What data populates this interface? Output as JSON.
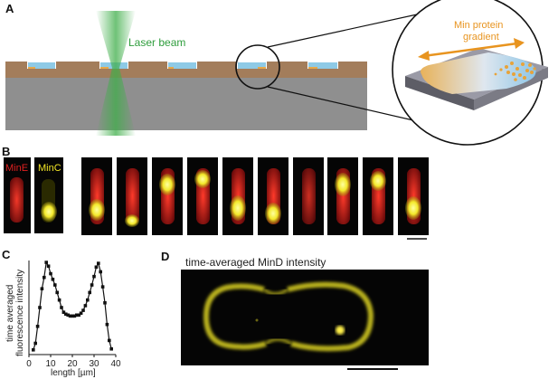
{
  "panels": {
    "a": {
      "letter": "A",
      "laser_label": "Laser beam",
      "inset_label_line1": "Min protein",
      "inset_label_line2": "gradient"
    },
    "b": {
      "letter": "B",
      "channel_1": "MinE",
      "channel_2": "MinC",
      "frame_count": 10
    },
    "c": {
      "letter": "C",
      "ylabel_line1": "time averaged",
      "ylabel_line2": "fluorescence intensity",
      "xlabel": "length [µm]"
    },
    "d": {
      "letter": "D",
      "title": "time-averaged MinD intensity"
    }
  },
  "colors": {
    "substrate": "#8e8e8e",
    "top_layer": "#a27d5c",
    "water": "#8ecae6",
    "laser": "#3fae49",
    "mine": "#e02020",
    "minc": "#f2e526",
    "arrow": "#e8941f"
  },
  "chart_data": {
    "type": "line",
    "xlabel": "length [µm]",
    "ylabel": "time averaged fluorescence intensity",
    "xlim": [
      0,
      40
    ],
    "xticks": [
      0,
      10,
      20,
      30,
      40
    ],
    "x": [
      2,
      3,
      4,
      5,
      6,
      7,
      8,
      9,
      10,
      11,
      12,
      13,
      14,
      15,
      16,
      17,
      18,
      19,
      20,
      21,
      22,
      23,
      24,
      25,
      26,
      27,
      28,
      29,
      30,
      31,
      32,
      33,
      34,
      35,
      36,
      37,
      38
    ],
    "values": [
      0.05,
      0.12,
      0.3,
      0.5,
      0.7,
      0.82,
      0.98,
      0.94,
      0.86,
      0.8,
      0.74,
      0.66,
      0.58,
      0.5,
      0.45,
      0.43,
      0.42,
      0.41,
      0.41,
      0.41,
      0.42,
      0.42,
      0.44,
      0.47,
      0.52,
      0.58,
      0.66,
      0.74,
      0.83,
      0.93,
      0.97,
      0.88,
      0.72,
      0.55,
      0.32,
      0.15,
      0.06
    ],
    "marker": "square",
    "grid": false
  }
}
